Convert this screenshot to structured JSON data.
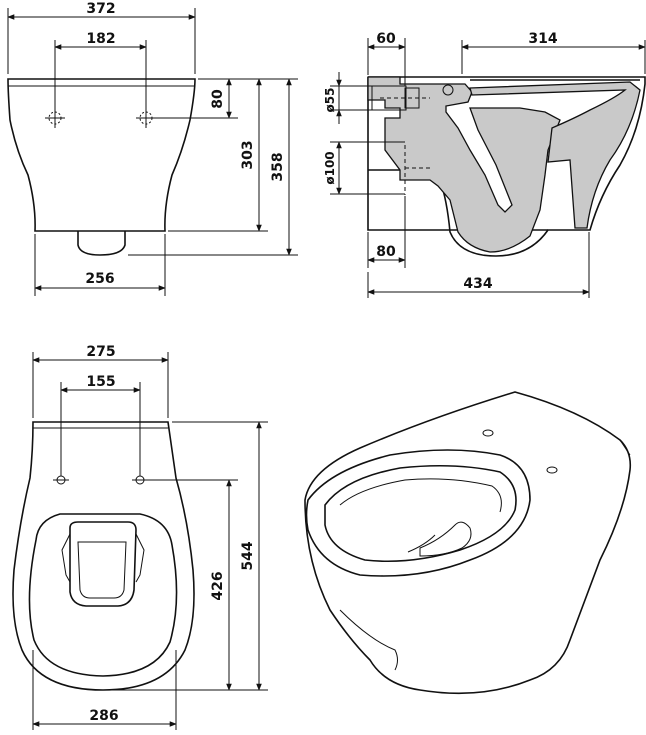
{
  "views": {
    "front": {
      "dims": {
        "overall_width": "372",
        "fixing_spacing": "182",
        "fixing_height": "80",
        "front_height": "303",
        "overall_height": "358",
        "base_width": "256"
      }
    },
    "side": {
      "dims": {
        "rear_offset": "60",
        "seat_span": "314",
        "inlet_diameter": "ø55",
        "outlet_diameter": "ø100",
        "outlet_offset": "80",
        "overall_depth": "434"
      }
    },
    "top": {
      "dims": {
        "rear_width": "275",
        "fixing_spacing": "155",
        "overall_length": "544",
        "fixing_to_front": "426",
        "front_width": "286"
      }
    }
  },
  "colors": {
    "line": "#111111",
    "section_fill": "#c9c9c9",
    "background": "#ffffff"
  }
}
